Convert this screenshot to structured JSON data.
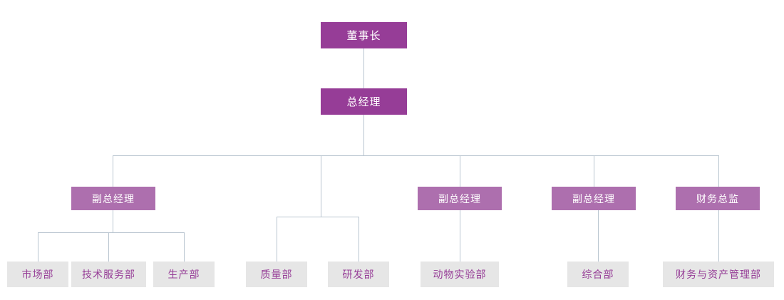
{
  "chart": {
    "type": "org-chart",
    "title": "",
    "colors": {
      "executive_box": "#963d97",
      "vp_box": "#ad6fae",
      "department_box": "#e6e6e6",
      "department_text": "#963d97",
      "executive_text": "#ffffff",
      "connector_line": "#b9c5d0",
      "background": "#ffffff"
    },
    "nodes": {
      "chairman": {
        "label": "董事长",
        "level": 1
      },
      "general_manager": {
        "label": "总经理",
        "level": 2
      },
      "vp_1": {
        "label": "副总经理",
        "level": 3
      },
      "vp_2": {
        "label": "副总经理",
        "level": 3
      },
      "vp_3": {
        "label": "副总经理",
        "level": 3
      },
      "cfo": {
        "label": "财务总监",
        "level": 3
      },
      "dept_marketing": {
        "label": "市场部",
        "level": 4
      },
      "dept_tech_service": {
        "label": "技术服务部",
        "level": 4
      },
      "dept_production": {
        "label": "生产部",
        "level": 4
      },
      "dept_quality": {
        "label": "质量部",
        "level": 4
      },
      "dept_rnd": {
        "label": "研发部",
        "level": 4
      },
      "dept_animal_lab": {
        "label": "动物实验部",
        "level": 4
      },
      "dept_general_affairs": {
        "label": "综合部",
        "level": 4
      },
      "dept_finance_asset": {
        "label": "财务与资产管理部",
        "level": 4
      }
    },
    "hierarchy": {
      "root": "chairman",
      "edges": [
        {
          "from": "chairman",
          "to": "general_manager"
        },
        {
          "from": "general_manager",
          "to": "vp_1"
        },
        {
          "from": "general_manager",
          "to": "vp_2"
        },
        {
          "from": "general_manager",
          "to": "vp_3"
        },
        {
          "from": "general_manager",
          "to": "cfo"
        },
        {
          "from": "general_manager",
          "to": "dept_quality"
        },
        {
          "from": "general_manager",
          "to": "dept_rnd"
        },
        {
          "from": "vp_1",
          "to": "dept_marketing"
        },
        {
          "from": "vp_1",
          "to": "dept_tech_service"
        },
        {
          "from": "vp_1",
          "to": "dept_production"
        },
        {
          "from": "vp_2",
          "to": "dept_animal_lab"
        },
        {
          "from": "vp_3",
          "to": "dept_general_affairs"
        },
        {
          "from": "cfo",
          "to": "dept_finance_asset"
        }
      ]
    }
  }
}
